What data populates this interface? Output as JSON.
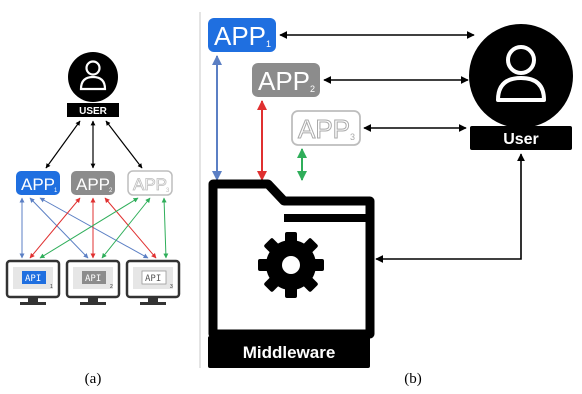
{
  "panel_a": {
    "caption": "(a)",
    "user_label": "USER",
    "apps": [
      {
        "label": "APP",
        "sub": "1",
        "color": "#1f6fe0"
      },
      {
        "label": "APP",
        "sub": "2",
        "color": "#8c8c8c"
      },
      {
        "label": "APP",
        "sub": "3",
        "color": "#bdbdbd"
      }
    ],
    "apis": [
      {
        "label": "API",
        "sub": "1"
      },
      {
        "label": "API",
        "sub": "2"
      },
      {
        "label": "API",
        "sub": "3"
      }
    ]
  },
  "panel_b": {
    "caption": "(b)",
    "user_label": "User",
    "middleware_label": "Middleware",
    "apps": [
      {
        "label": "APP",
        "sub": "1",
        "color": "#1f6fe0"
      },
      {
        "label": "APP",
        "sub": "2",
        "color": "#8c8c8c"
      },
      {
        "label": "APP",
        "sub": "3",
        "color": "#bdbdbd"
      }
    ]
  },
  "colors": {
    "app1": "#1f6fe0",
    "app2": "#8c8c8c",
    "app3": "#bdbdbd",
    "blue_arrow": "#5b7fc4",
    "red_arrow": "#e03030",
    "green_arrow": "#2fae5a",
    "black": "#000000"
  }
}
